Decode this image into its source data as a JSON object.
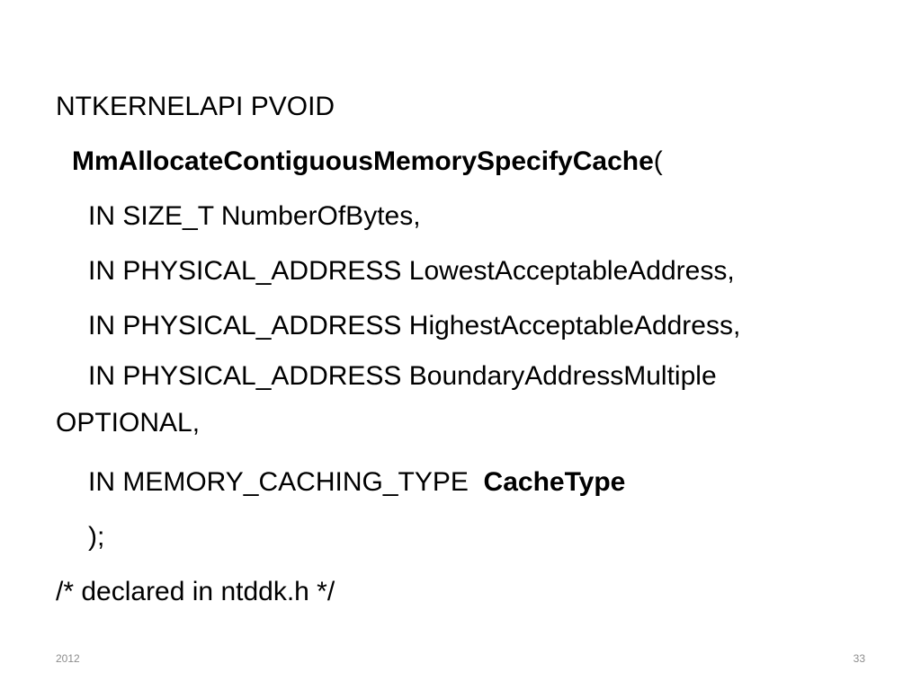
{
  "code": {
    "line1": "NTKERNELAPI PVOID",
    "func_name": "MmAllocateContiguousMemorySpecifyCache",
    "func_paren": "(",
    "param1": "IN SIZE_T  NumberOfBytes,",
    "param2": "IN PHYSICAL_ADDRESS  LowestAcceptableAddress,",
    "param3": "IN PHYSICAL_ADDRESS  HighestAcceptableAddress,",
    "param4_part1": "IN PHYSICAL_ADDRESS  BoundaryAddressMultiple",
    "param4_part2": "OPTIONAL,",
    "param5_prefix": "IN MEMORY_CACHING_TYPE  ",
    "param5_name": "CacheType",
    "close": ");",
    "comment": "/* declared in ntddk.h */"
  },
  "footer": {
    "year": "2012",
    "page_number": "33"
  }
}
